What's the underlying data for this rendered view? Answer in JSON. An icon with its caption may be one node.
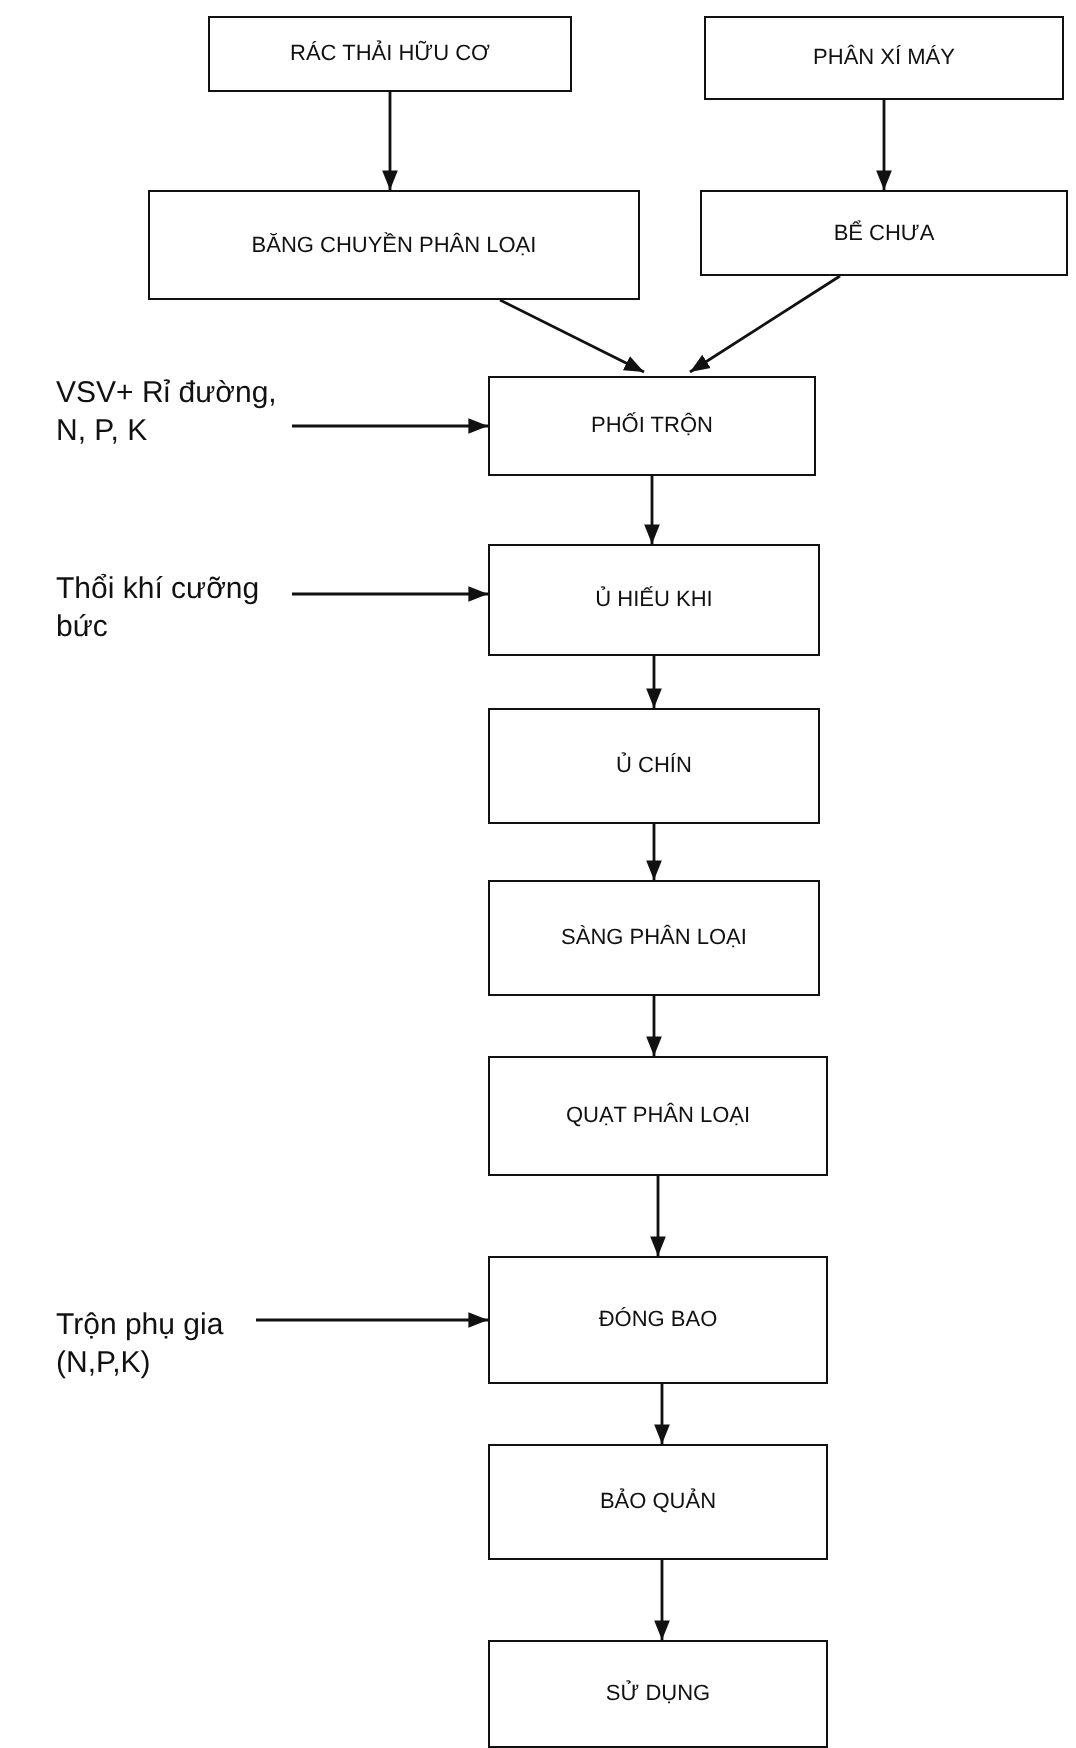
{
  "diagram": {
    "nodes": [
      {
        "text": [
          "RÁC THẢI HỮU CƠ"
        ]
      },
      {
        "text": [
          "PHÂN XÍ MÁY"
        ]
      },
      {
        "text": [
          "BĂNG CHUYỀN PHÂN LOẠI"
        ]
      },
      {
        "text": [
          "BỂ CHƯA"
        ]
      },
      {
        "text": [
          "PHỐI TRỘN"
        ]
      },
      {
        "text": [
          "Ủ HIẾU KHI"
        ]
      },
      {
        "text": [
          "Ủ CHÍN"
        ]
      },
      {
        "text": [
          "SÀNG PHÂN LOẠI"
        ]
      },
      {
        "text": [
          "QUẠT PHÂN LOẠI"
        ]
      },
      {
        "text": [
          "ĐÓNG BAO"
        ]
      },
      {
        "text": [
          "BẢO QUẢN"
        ]
      },
      {
        "text": [
          "SỬ DỤNG"
        ]
      },
      {
        "text": [
          "VSV+ Rỉ đường, N, P, K"
        ]
      },
      {
        "text": [
          "Thổi khí cưỡng bức"
        ]
      },
      {
        "text": [
          "Trộn phụ gia (N,P,K)"
        ]
      }
    ],
    "edges": [
      {
        "from": 0,
        "to": 2,
        "arrow": "to"
      },
      {
        "from": 1,
        "to": 3,
        "arrow": "to"
      },
      {
        "from": 2,
        "to": 4,
        "arrow": "to"
      },
      {
        "from": 3,
        "to": 4,
        "arrow": "to"
      },
      {
        "from": 12,
        "to": 4,
        "arrow": "to"
      },
      {
        "from": 4,
        "to": 5,
        "arrow": "to"
      },
      {
        "from": 13,
        "to": 5,
        "arrow": "to"
      },
      {
        "from": 5,
        "to": 6,
        "arrow": "to"
      },
      {
        "from": 6,
        "to": 7,
        "arrow": "to"
      },
      {
        "from": 7,
        "to": 8,
        "arrow": "to"
      },
      {
        "from": 8,
        "to": 9,
        "arrow": "to"
      },
      {
        "from": 14,
        "to": 9,
        "arrow": "to"
      },
      {
        "from": 9,
        "to": 10,
        "arrow": "to"
      },
      {
        "from": 10,
        "to": 11,
        "arrow": "to"
      }
    ]
  }
}
